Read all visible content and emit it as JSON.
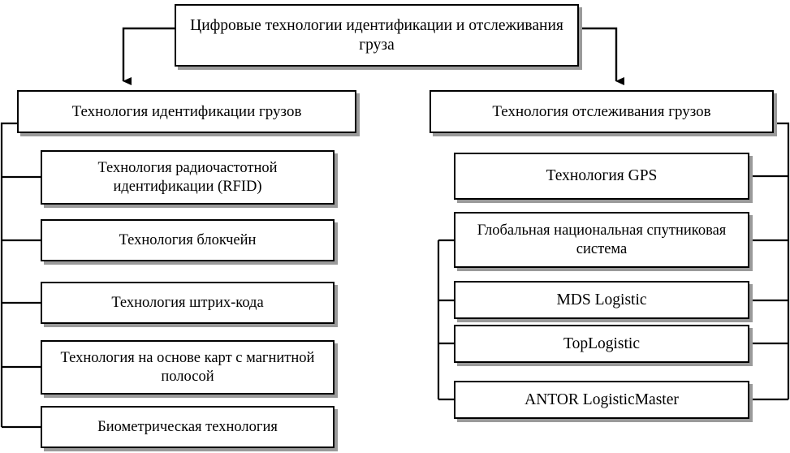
{
  "diagram": {
    "title": "Цифровые технологии идентификации и отслеживания груза",
    "root": {
      "label": "Цифровые технологии идентификации и отслеживания груза"
    },
    "branches": [
      {
        "label": "Технология идентификации грузов",
        "children": [
          {
            "label": "Технология радиочастотной идентификации (RFID)"
          },
          {
            "label": "Технология блокчейн"
          },
          {
            "label": "Технология штрих-кода"
          },
          {
            "label": "Технология на основе карт с магнитной полосой"
          },
          {
            "label": "Биометрическая технология"
          }
        ]
      },
      {
        "label": "Технология отслеживания грузов",
        "children": [
          {
            "label": "Технология GPS"
          },
          {
            "label": "Глобальная национальная спутниковая система"
          },
          {
            "label": "MDS Logistic"
          },
          {
            "label": "TopLogistic"
          },
          {
            "label": "ANTOR LogisticMaster"
          }
        ]
      }
    ],
    "colors": {
      "box_border": "#000000",
      "box_fill": "#ffffff",
      "box_shadow": "#9a9a9a",
      "connector": "#000000",
      "background": "#ffffff"
    }
  }
}
